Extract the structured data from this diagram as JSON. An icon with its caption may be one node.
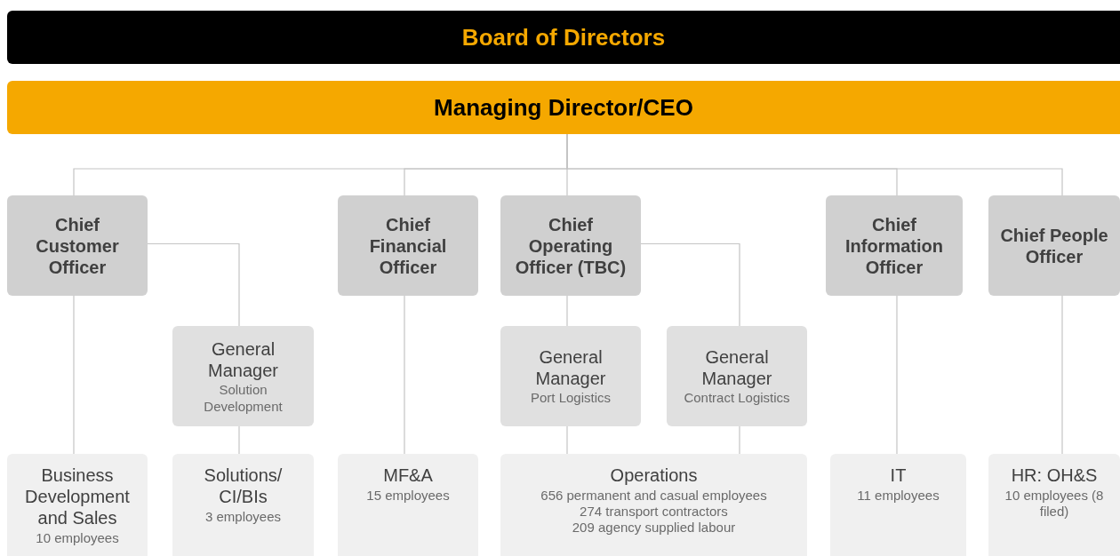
{
  "diagram": {
    "nodes": [
      {
        "text": [
          "Board of Directors"
        ]
      },
      {
        "text": [
          "Managing Director/CEO"
        ]
      },
      {
        "text": [
          "Chief Customer Officer"
        ]
      },
      {
        "text": [
          "Chief Financial Officer"
        ]
      },
      {
        "text": [
          "Chief Operating Officer (TBC)"
        ]
      },
      {
        "text": [
          "Chief Information Officer"
        ]
      },
      {
        "text": [
          "Chief People Officer"
        ]
      },
      {
        "text": [
          "General Manager",
          "Solution Development"
        ]
      },
      {
        "text": [
          "General Manager",
          "Port Logistics"
        ]
      },
      {
        "text": [
          "General Manager",
          "Contract Logistics"
        ]
      },
      {
        "text": [
          "Business Development and Sales",
          "10 employees"
        ]
      },
      {
        "text": [
          "Solutions/ CI/BIs",
          "3 employees"
        ]
      },
      {
        "text": [
          "MF&A",
          "15 employees"
        ]
      },
      {
        "text": [
          "Operations",
          "656 permanent and casual employees",
          "274 transport contractors",
          "209 agency supplied labour"
        ]
      },
      {
        "text": [
          "IT",
          "11 employees"
        ]
      },
      {
        "text": [
          "HR: OH&S",
          "10 employees (8 filed)"
        ]
      }
    ],
    "edges": [
      {
        "from": 1,
        "to": 2,
        "arrow": "none"
      },
      {
        "from": 1,
        "to": 3,
        "arrow": "none"
      },
      {
        "from": 1,
        "to": 4,
        "arrow": "none"
      },
      {
        "from": 1,
        "to": 5,
        "arrow": "none"
      },
      {
        "from": 1,
        "to": 6,
        "arrow": "none"
      },
      {
        "from": 2,
        "to": 7,
        "arrow": "none"
      },
      {
        "from": 2,
        "to": 10,
        "arrow": "none"
      },
      {
        "from": 7,
        "to": 11,
        "arrow": "none"
      },
      {
        "from": 3,
        "to": 12,
        "arrow": "none"
      },
      {
        "from": 4,
        "to": 8,
        "arrow": "none"
      },
      {
        "from": 4,
        "to": 9,
        "arrow": "none"
      },
      {
        "from": 8,
        "to": 13,
        "arrow": "none"
      },
      {
        "from": 9,
        "to": 13,
        "arrow": "none"
      },
      {
        "from": 5,
        "to": 14,
        "arrow": "none"
      },
      {
        "from": 6,
        "to": 15,
        "arrow": "none"
      }
    ]
  }
}
